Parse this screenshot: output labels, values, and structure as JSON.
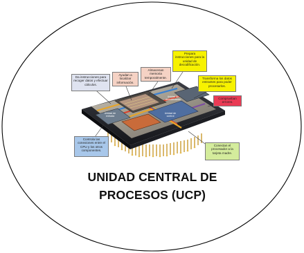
{
  "title": {
    "line1": "UNIDAD CENTRAL DE",
    "line2": "PROCESOS (UCP)"
  },
  "callouts": {
    "prepara": "Prepara instrucciones para la unidad de decodificación.",
    "almacenan": "Almacenan memoria temporalmente.",
    "ayudan": "Ayudan a localizar información.",
    "da_instrucciones": "Da instrucciones para recoger datos y efectuar cálculos.",
    "transforma": "Transforma los datos entrantes para poder procesarlos.",
    "comprueban": "Comprueban errores.",
    "controla": "Controla las conexiones entre el CPU y los otros componentes.",
    "conectan": "Conectan el procesador a la tarjeta madre."
  },
  "chip_labels": {
    "unidad_decodificacion": "Unidad de decodificación",
    "unidad_control": "Unidad de control",
    "unidad_entrada": "Unidad de entrada"
  },
  "colors": {
    "yellow": "#f7f200",
    "orange": "#f6c24a",
    "pink": "#f5d2c4",
    "lavender": "#dfe3f0",
    "blue": "#a8c7ea",
    "red": "#ea3b55",
    "green": "#d4ec9c"
  }
}
